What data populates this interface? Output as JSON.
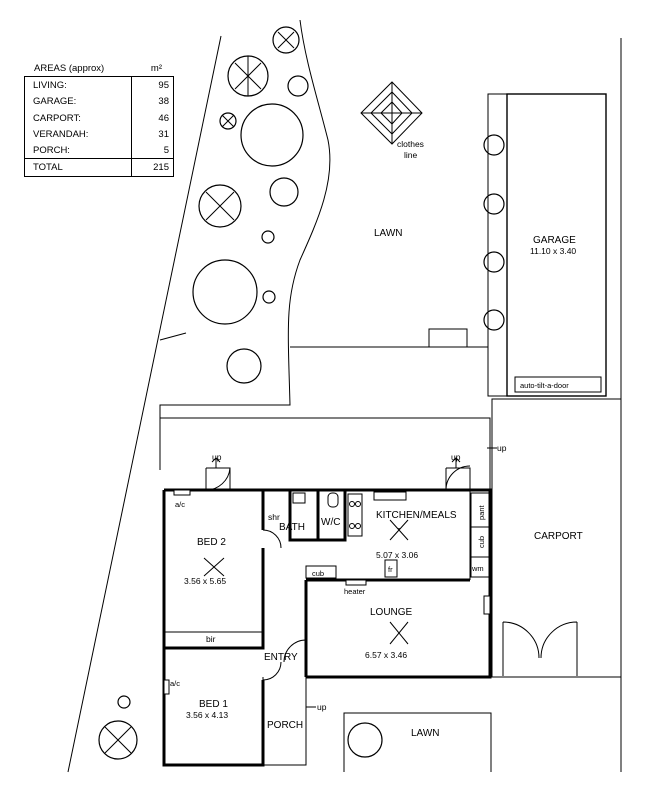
{
  "areas": {
    "title": "AREAS (approx)",
    "unit": "m²",
    "rows": [
      {
        "name": "LIVING:",
        "value": "95"
      },
      {
        "name": "GARAGE:",
        "value": "38"
      },
      {
        "name": "CARPORT:",
        "value": "46"
      },
      {
        "name": "VERANDAH:",
        "value": "31"
      },
      {
        "name": "PORCH:",
        "value": "5"
      }
    ],
    "total": {
      "name": "TOTAL",
      "value": "215"
    }
  },
  "labels": {
    "clothes_line_1": "clothes",
    "clothes_line_2": "line",
    "lawn_top": "LAWN",
    "lawn_bottom": "LAWN",
    "garage": "GARAGE",
    "garage_dims": "11.10 x 3.40",
    "garage_door": "auto-tilt-a-door",
    "carport": "CARPORT",
    "bed2": "BED 2",
    "bed2_dims": "3.56 x 5.65",
    "bed1": "BED 1",
    "bed1_dims": "3.56 x 4.13",
    "kitchen": "KITCHEN/MEALS",
    "kitchen_dims": "5.07 x 3.06",
    "lounge": "LOUNGE",
    "lounge_dims": "6.57 x 3.46",
    "bath": "BATH",
    "shr": "shr",
    "wc": "W/C",
    "entry": "ENTRY",
    "porch": "PORCH",
    "bir": "bir",
    "ac1": "a/c",
    "ac2": "a/c",
    "cub1": "cub",
    "cub2": "cub",
    "pant": "pant",
    "wm": "wm",
    "fr": "fr",
    "heater": "heater",
    "up1": "up",
    "up2": "up",
    "up3": "up",
    "up4": "up"
  }
}
